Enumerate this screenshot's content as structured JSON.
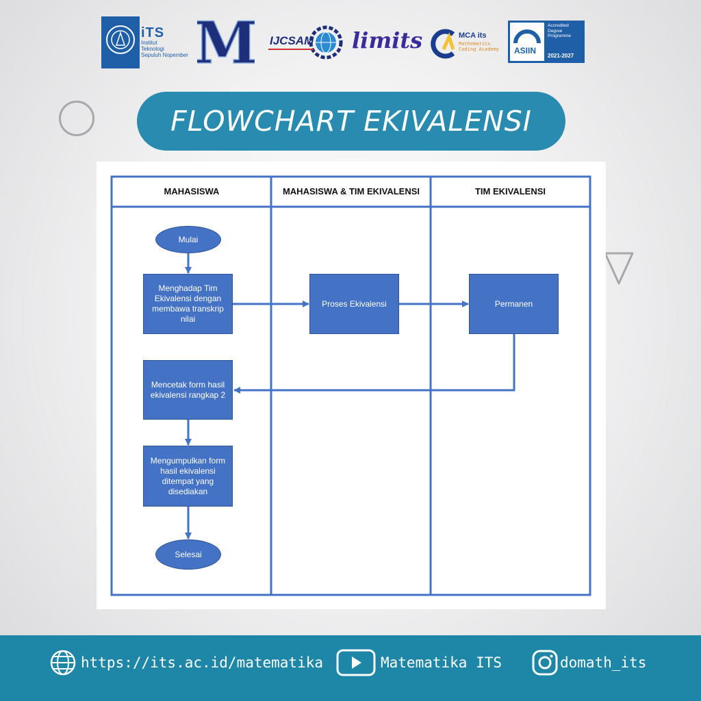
{
  "logos": {
    "its": {
      "name": "iTS",
      "lines": [
        "Institut",
        "Teknologi",
        "Sepuluh Nopember"
      ]
    },
    "m": {
      "letter": "M"
    },
    "ijcsam": {
      "name": "IJCSAM"
    },
    "limits": {
      "name": "limits"
    },
    "mca": {
      "name": "MCA its",
      "sub": "Mathematics Coding Academy"
    },
    "asiin": {
      "name": "ASIIN",
      "accredited": "Accredited Degree Programme",
      "years": "2021-2027"
    }
  },
  "title": "FLOWCHART EKIVALENSI",
  "flowchart": {
    "lanes": [
      "MAHASISWA",
      "MAHASISWA & TIM EKIVALENSI",
      "TIM EKIVALENSI"
    ],
    "nodes": {
      "start": "Mulai",
      "step1": "Menghadap Tim Ekivalensi dengan membawa transkrip nilai",
      "step2": "Proses Ekivalensi",
      "step3": "Permanen",
      "step4": "Mencetak form hasil ekivalensi rangkap 2",
      "step5": "Mengumpulkan form hasil ekivalensi ditempat yang disediakan",
      "end": "Selesai"
    },
    "edges": [
      [
        "Mulai",
        "Menghadap Tim Ekivalensi dengan membawa transkrip nilai"
      ],
      [
        "Menghadap Tim Ekivalensi dengan membawa transkrip nilai",
        "Proses Ekivalensi"
      ],
      [
        "Proses Ekivalensi",
        "Permanen"
      ],
      [
        "Permanen",
        "Mencetak form hasil ekivalensi rangkap 2"
      ],
      [
        "Mencetak form hasil ekivalensi rangkap 2",
        "Mengumpulkan form hasil ekivalensi ditempat yang disediakan"
      ],
      [
        "Mengumpulkan form hasil ekivalensi ditempat yang disediakan",
        "Selesai"
      ]
    ],
    "colors": {
      "node": "#4472c4",
      "lines": "#4472c4",
      "lane_border": "#4472c4"
    }
  },
  "footer": {
    "website": "https://its.ac.id/matematika",
    "youtube": "Matematika ITS",
    "instagram": "domath_its"
  },
  "colors": {
    "accent": "#2a8bb0",
    "footer": "#1e87a8"
  }
}
